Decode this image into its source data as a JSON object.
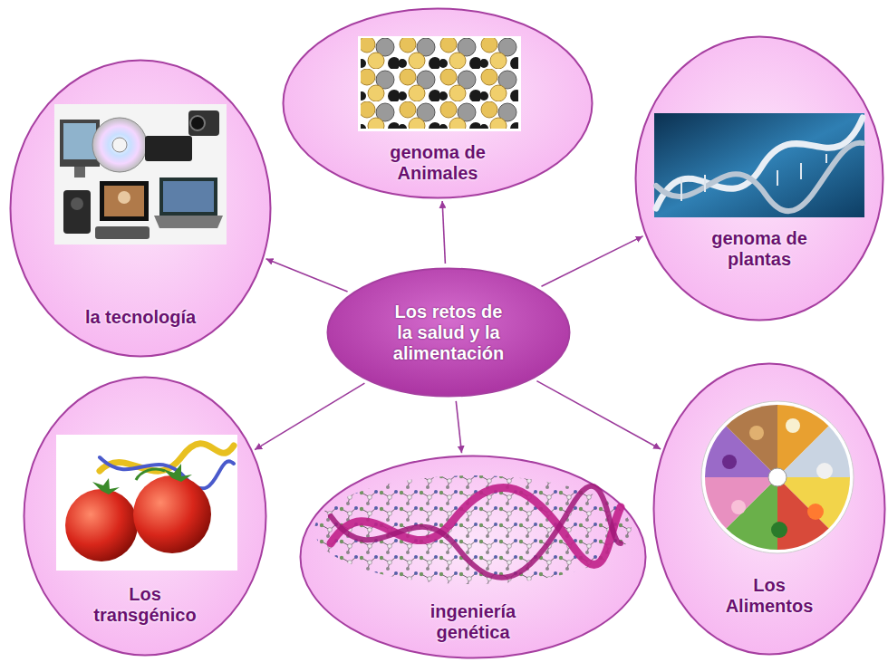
{
  "diagram": {
    "nodes": [
      {
        "text": [
          "la tecnología"
        ]
      },
      {
        "text": [
          "genoma de Animales"
        ]
      },
      {
        "text": [
          "genoma de plantas"
        ]
      },
      {
        "text": [
          "Los retos de la salud y la alimentación"
        ]
      },
      {
        "text": [
          "Los transgénico"
        ]
      },
      {
        "text": [
          "ingeniería genética"
        ]
      },
      {
        "text": [
          "Los Alimentos"
        ]
      }
    ],
    "edges": [
      {
        "from": 3,
        "to": 0,
        "arrow": "to"
      },
      {
        "from": 3,
        "to": 1,
        "arrow": "to"
      },
      {
        "from": 3,
        "to": 2,
        "arrow": "to"
      },
      {
        "from": 3,
        "to": 4,
        "arrow": "to"
      },
      {
        "from": 3,
        "to": 5,
        "arrow": "to"
      },
      {
        "from": 3,
        "to": 6,
        "arrow": "to"
      }
    ]
  }
}
